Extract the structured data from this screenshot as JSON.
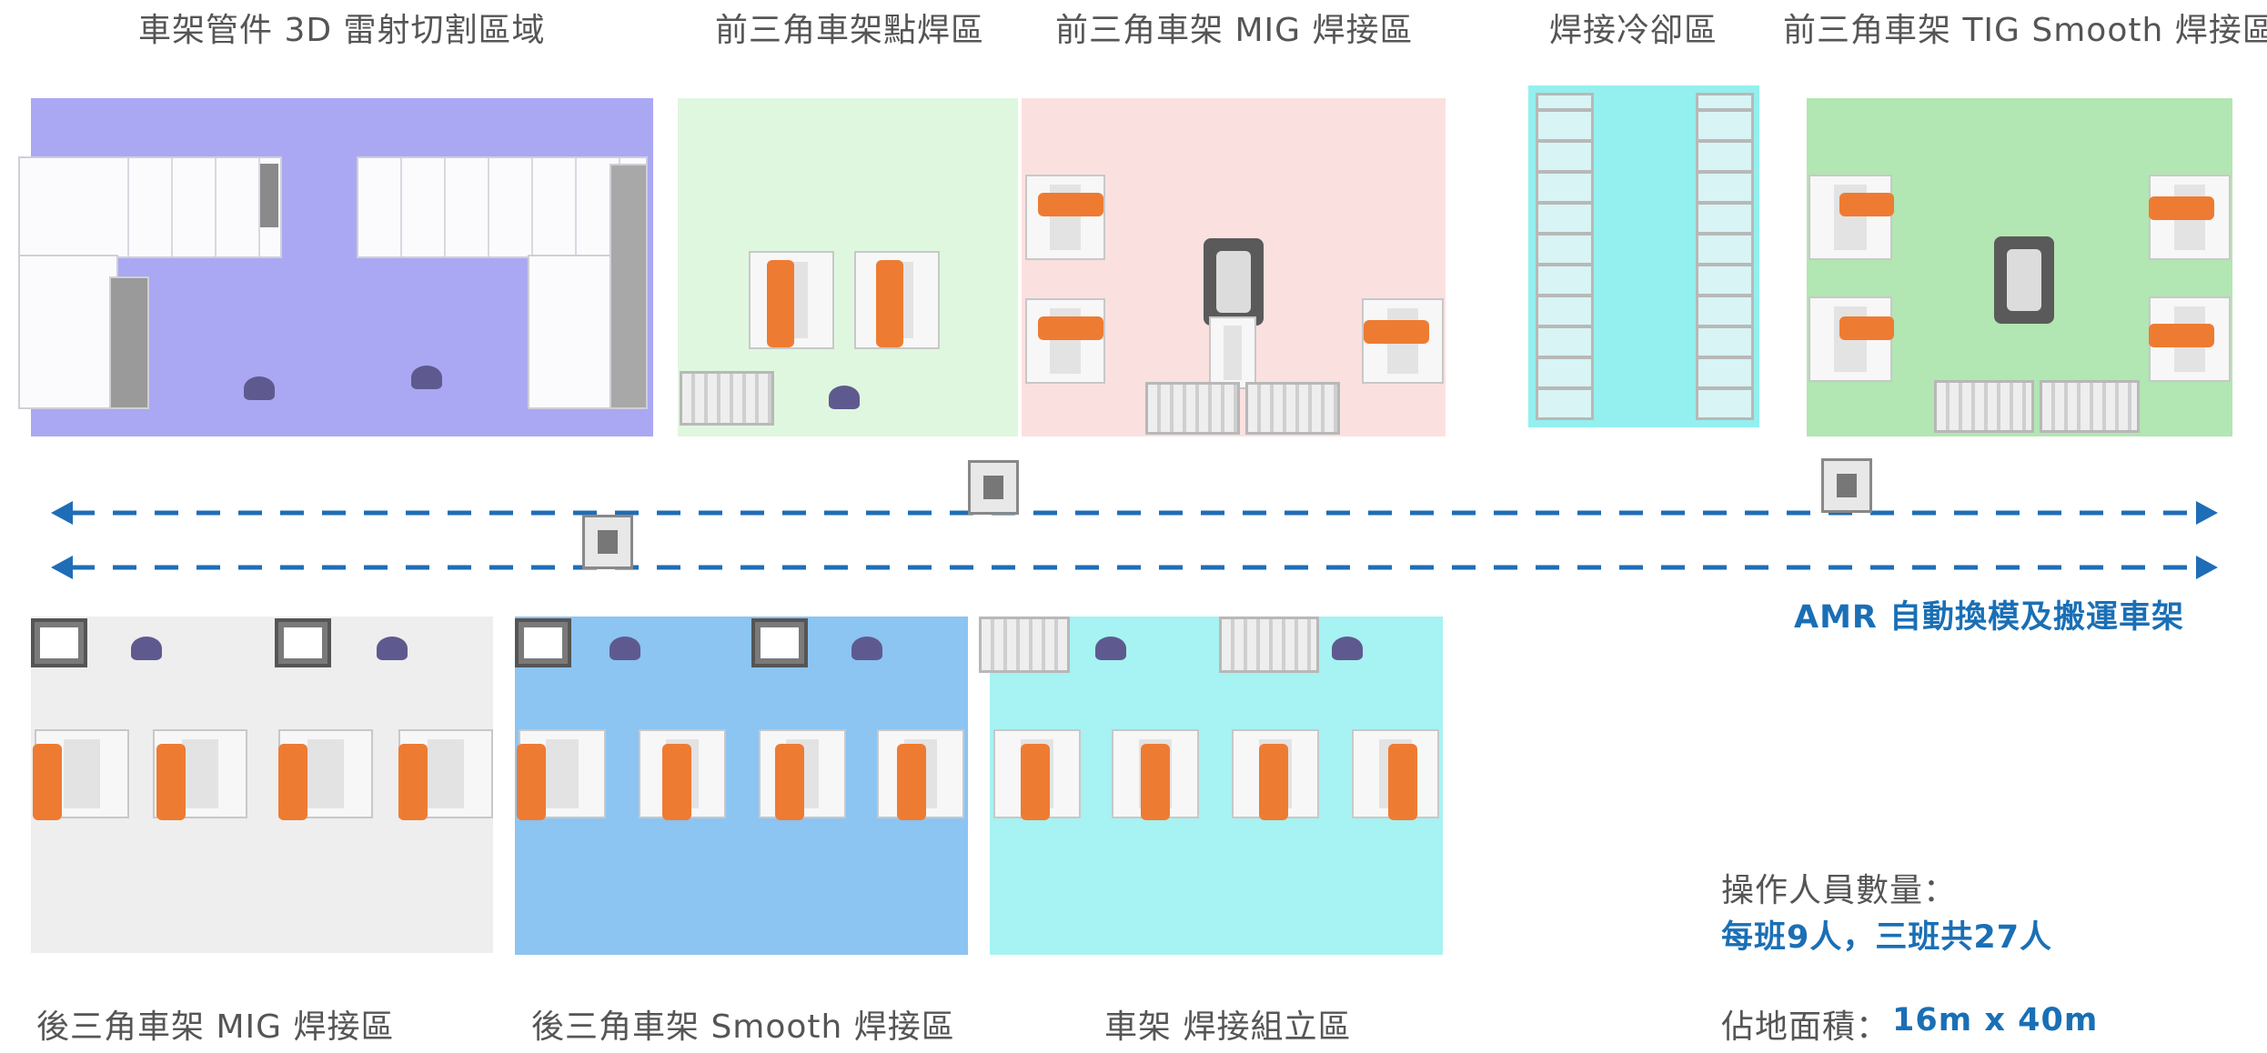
{
  "zones": {
    "laser_cutting": "車架管件 3D 雷射切割區域",
    "front_spot_weld": "前三角車架點焊區",
    "front_mig_weld": "前三角車架 MIG 焊接區",
    "weld_cooling": "焊接冷卻區",
    "front_tig_smooth": "前三角車架 TIG Smooth 焊接區",
    "rear_mig_weld": "後三角車架 MIG 焊接區",
    "rear_smooth_weld": "後三角車架 Smooth 焊接區",
    "frame_assembly": "車架 焊接組立區"
  },
  "amr_label": "AMR 自動換模及搬運車架",
  "operators": {
    "label": "操作人員數量：",
    "value": "每班9人，三班共27人"
  },
  "area": {
    "label": "佔地面積：",
    "value": "16m x 40m"
  },
  "colors": {
    "laser_zone": "#aaa8f2",
    "spot_zone": "#dff7df",
    "mig_zone": "#fbe0e0",
    "cooling_zone": "#93f0ef",
    "tig_zone": "#b2e6b2",
    "rear_mig_zone": "#eeeeee",
    "rear_smooth_zone": "#8cc4f2",
    "assembly_zone": "#a7f2f2",
    "robot": "#ee7b32",
    "accent_blue": "#1a6fb5",
    "dashed_arrow": "#1f6db7"
  }
}
